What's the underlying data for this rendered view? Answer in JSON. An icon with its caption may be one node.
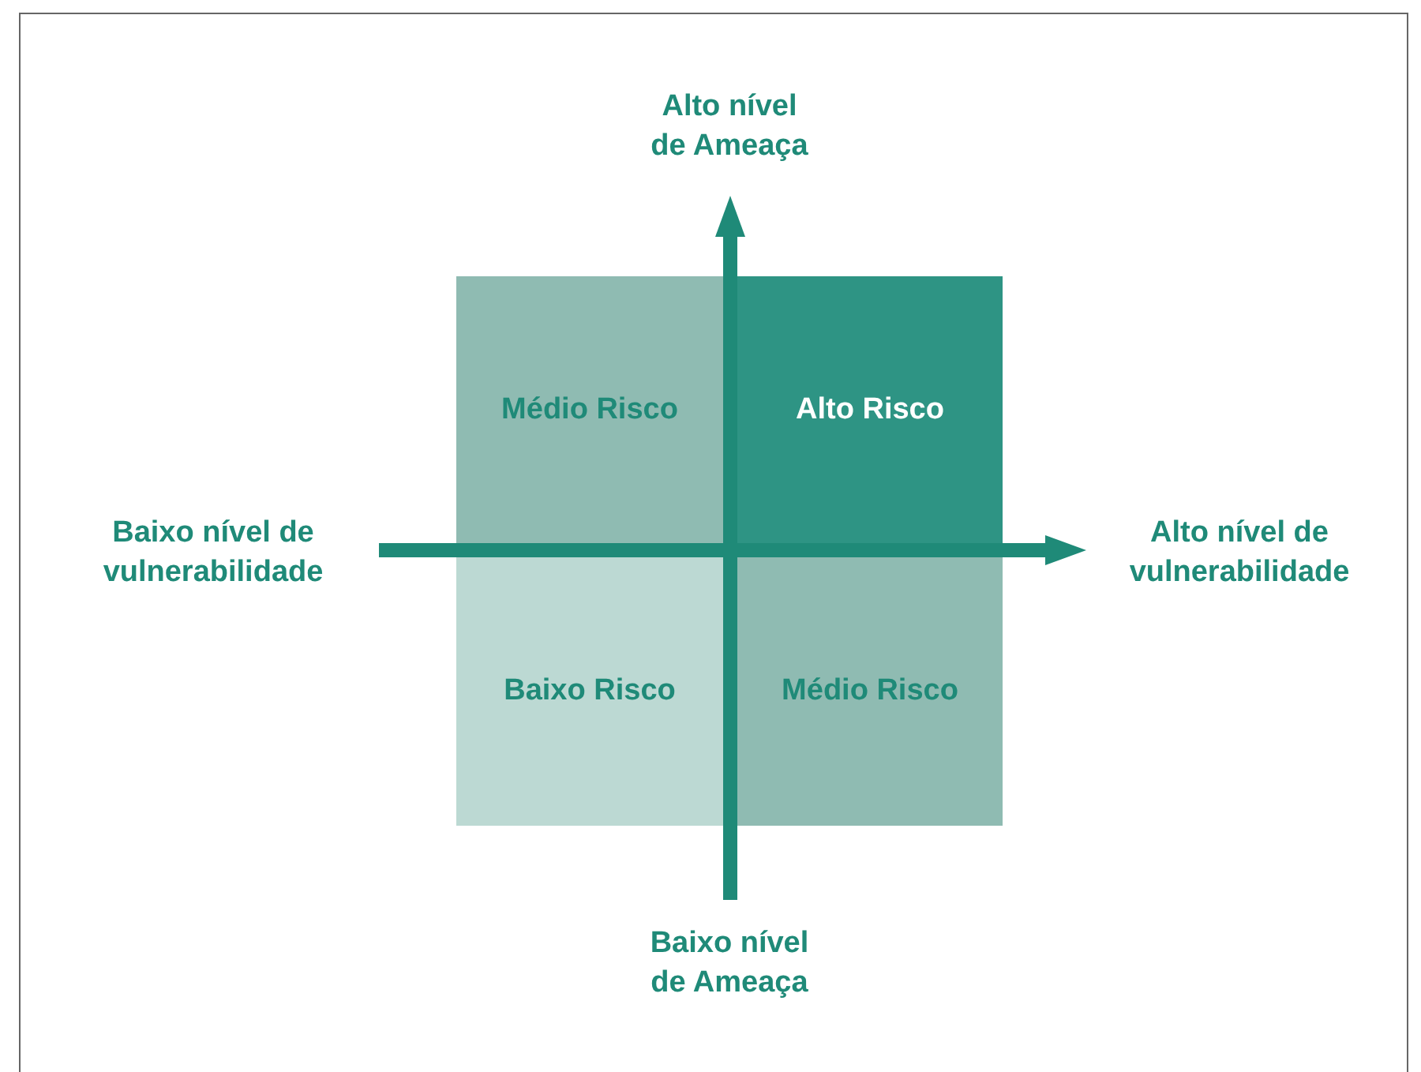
{
  "diagram": {
    "nodes": [
      {
        "text": [
          "Médio Risco"
        ]
      },
      {
        "text": [
          "Alto Risco"
        ]
      },
      {
        "text": [
          "Baixo Risco"
        ]
      },
      {
        "text": [
          "Médio Risco"
        ]
      }
    ],
    "labels": [
      "Alto nível de Ameaça",
      "Baixo nível de vulnerabilidade",
      "Alto nível de vulnerabilidade",
      "Baixo nível de Ameaça"
    ]
  }
}
